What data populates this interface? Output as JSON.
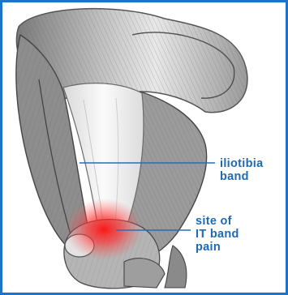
{
  "labels": {
    "iliotibial_band": "iliotibia\nband",
    "site_of_pain": "site of\nIT band\npain"
  },
  "colors": {
    "frame_border": "#1e73c8",
    "label_text": "#1f6ab0",
    "pointer_line": "#2a6db5",
    "pain_highlight": "#ff2020",
    "muscle_shade": "#8c8c8c"
  },
  "icons": {
    "illustration": "leg-anatomy-illustration"
  }
}
